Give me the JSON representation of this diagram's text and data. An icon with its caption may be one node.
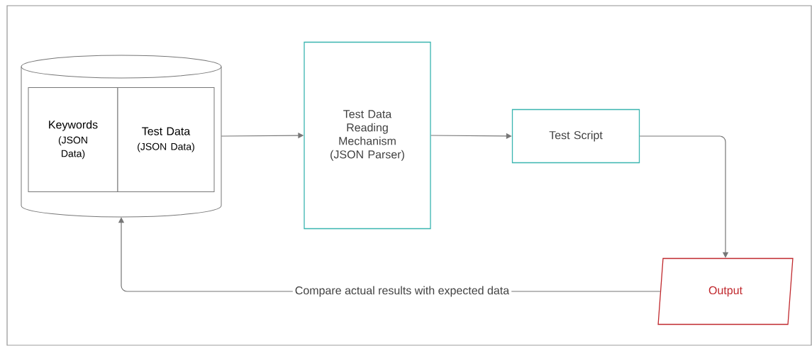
{
  "diagram": {
    "nodes": [
      {
        "text": [],
        "shape": "cylinder"
      },
      {
        "text": [
          "Keywords",
          "(JSON Data)"
        ],
        "in": 0
      },
      {
        "text": [
          "Test Data",
          "(JSON Data)"
        ],
        "in": 0
      },
      {
        "text": [
          "Test Data Reading Mechanism (JSON Parser)"
        ]
      },
      {
        "text": [
          "Test Script"
        ]
      },
      {
        "text": [
          "Output"
        ]
      }
    ],
    "edges": [
      {
        "from": 0,
        "to": 3,
        "arrow": "to"
      },
      {
        "from": 3,
        "to": 4,
        "arrow": "to"
      },
      {
        "from": 4,
        "to": 5,
        "arrow": "to"
      },
      {
        "from": 5,
        "to": 0,
        "arrow": "to",
        "label": "Compare actual results with expected data"
      }
    ]
  }
}
